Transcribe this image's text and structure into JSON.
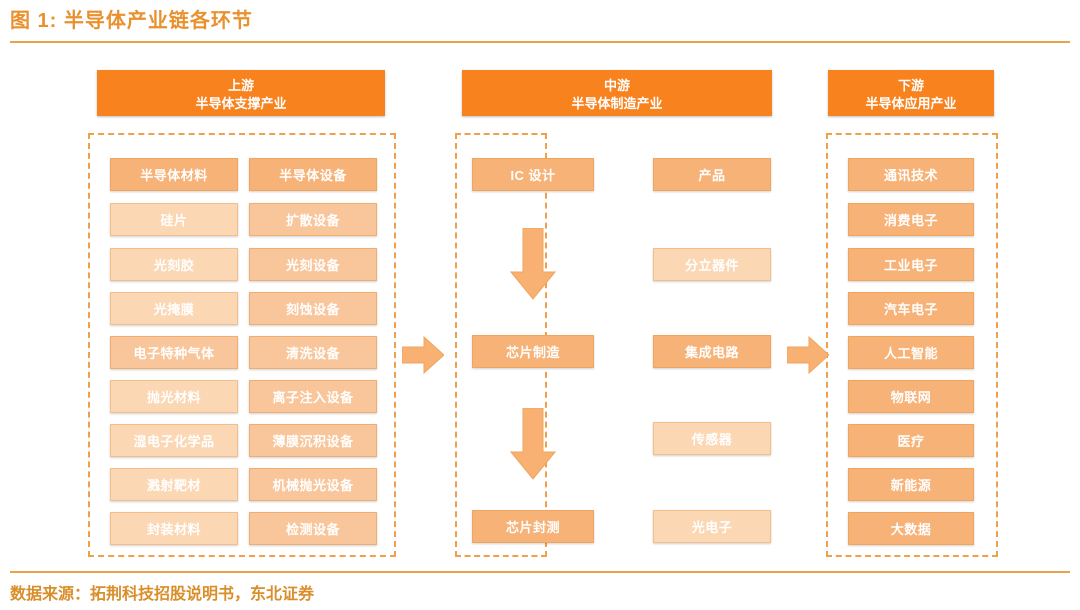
{
  "figure": {
    "title": "图 1: 半导体产业链各环节",
    "source_note": "数据来源：拓荆科技招股说明书，东北证券"
  },
  "colors": {
    "accent": "#F7821E",
    "box_fill": "#F7B277",
    "box_fill_light": "#FBD7B4",
    "border": "#EFA55C",
    "rule": "#E8A24A",
    "title_text": "#E8912E"
  },
  "sections": {
    "upstream": {
      "line1": "上游",
      "line2": "半导体支撑产业"
    },
    "midstream": {
      "line1": "中游",
      "line2": "半导体制造产业"
    },
    "downstream": {
      "line1": "下游",
      "line2": "半导体应用产业"
    }
  },
  "upstream": {
    "materials_column": [
      "半导体材料",
      "硅片",
      "光刻胶",
      "光掩膜",
      "电子特种气体",
      "抛光材料",
      "湿电子化学品",
      "溅射靶材",
      "封装材料"
    ],
    "equipment_column": [
      "半导体设备",
      "扩散设备",
      "光刻设备",
      "刻蚀设备",
      "清洗设备",
      "离子注入设备",
      "薄膜沉积设备",
      "机械抛光设备",
      "检测设备"
    ]
  },
  "midstream": {
    "process_column": [
      "IC 设计",
      "芯片制造",
      "芯片封测"
    ],
    "product_column": [
      "产品",
      "分立器件",
      "集成电路",
      "传感器",
      "光电子"
    ]
  },
  "downstream": {
    "applications": [
      "通讯技术",
      "消费电子",
      "工业电子",
      "汽车电子",
      "人工智能",
      "物联网",
      "医疗",
      "新能源",
      "大数据"
    ]
  },
  "arrows": {
    "upstream_to_midstream": "arrow-right-icon",
    "midstream_to_downstream": "arrow-right-icon",
    "design_to_fab": "arrow-down-icon",
    "fab_to_package": "arrow-down-icon"
  }
}
